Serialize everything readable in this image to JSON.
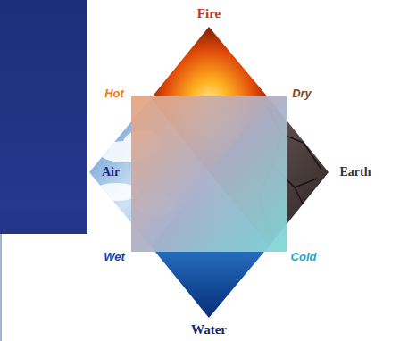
{
  "diagram": {
    "labels": [
      "Fire",
      "Hot",
      "Dry",
      "Air",
      "Earth",
      "Wet",
      "Cold",
      "Water"
    ]
  }
}
